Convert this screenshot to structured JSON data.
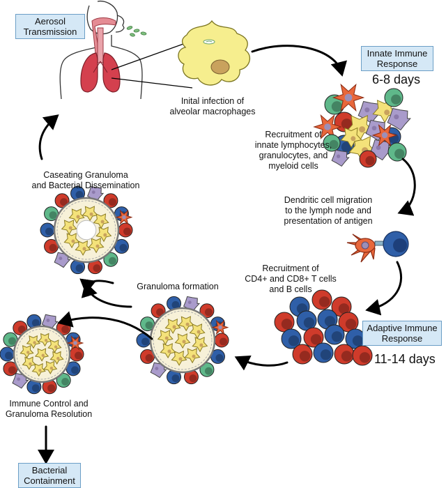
{
  "stages": {
    "aerosol": {
      "line1": "Aerosol",
      "line2": "Transmission"
    },
    "initial_infection": {
      "line1": "Inital infection of",
      "line2": "alveolar macrophages"
    },
    "innate": {
      "line1": "Innate Immune",
      "line2": "Response",
      "days": "6-8 days"
    },
    "recruitment_innate": {
      "line1": "Recruitment of",
      "line2": "innate lymphocytes,",
      "line3": "granulocytes, and",
      "line4": "myeloid cells"
    },
    "dendritic": {
      "line1": "Dendritic cell migration",
      "line2": "to the lymph node and",
      "line3": "presentation of antigen"
    },
    "recruitment_adaptive": {
      "line1": "Recruitment of",
      "line2": "CD4+ and CD8+ T cells",
      "line3": "and B cells"
    },
    "adaptive": {
      "line1": "Adaptive Immune",
      "line2": "Response",
      "days": "11-14 days"
    },
    "granuloma_formation": {
      "line1": "Granuloma formation"
    },
    "caseating": {
      "line1": "Caseating Granuloma",
      "line2": "and Bacterial Dissemination"
    },
    "immune_control": {
      "line1": "Immune Control and",
      "line2": "Granuloma Resolution"
    },
    "containment": {
      "line1": "Bacterial",
      "line2": "Containment"
    }
  },
  "colors": {
    "box_fill": "#d5e8f6",
    "box_border": "#6b9ec6",
    "red_cell": "#cf3b2b",
    "blue_cell": "#2f5fa8",
    "green_cell": "#5fb88a",
    "purple_cell": "#a99bcb",
    "yellow_cell": "#f4e27a",
    "orange_cell": "#e8673b",
    "lung": "#d4404e"
  }
}
